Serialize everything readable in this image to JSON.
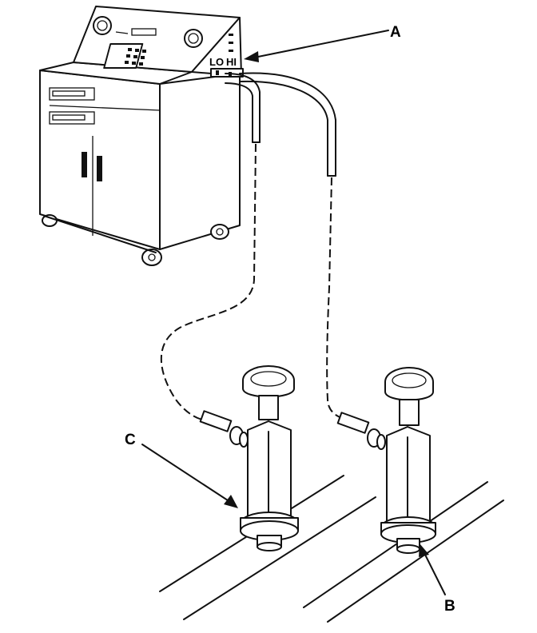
{
  "labels": {
    "a": "A",
    "b": "B",
    "c": "C",
    "port_lo": "LO",
    "port_hi": "HI"
  }
}
